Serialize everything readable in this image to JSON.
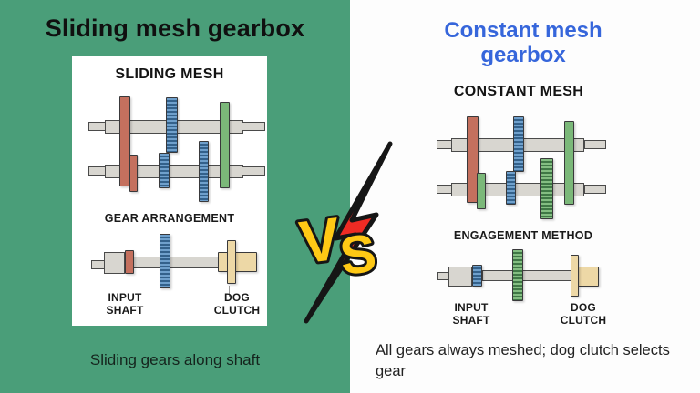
{
  "colors": {
    "green_background": "#4A9E79",
    "white_background": "#FDFDFD",
    "left_title_color": "#101010",
    "right_title_color": "#3666DB",
    "gear_red": "#C4705E",
    "gear_blue": "#5D8FBE",
    "gear_green": "#7BB879",
    "shaft_gray": "#D8D6D0",
    "dog_clutch_tan": "#EDD8A6",
    "bolt_red": "#EE2B24",
    "vs_yellow": "#FFC915"
  },
  "left": {
    "title": "Sliding mesh gearbox",
    "card_title": "SLIDING MESH",
    "section_label": "GEAR ARRANGEMENT",
    "input_shaft": [
      "INPUT",
      "SHAFT"
    ],
    "dog_clutch": [
      "DOG",
      "CLUTCH"
    ],
    "caption": "Sliding gears along shaft"
  },
  "vs": {
    "letters": [
      "V",
      "S"
    ]
  },
  "right": {
    "title_lines": [
      "Constant mesh",
      "gearbox"
    ],
    "diagram_title": "CONSTANT MESH",
    "section_label": "ENGAGEMENT METHOD",
    "input_shaft": [
      "INPUT",
      "SHAFT"
    ],
    "dog_clutch": [
      "DOG",
      "CLUTCH"
    ],
    "caption": "All gears always meshed; dog clutch selects gear"
  }
}
